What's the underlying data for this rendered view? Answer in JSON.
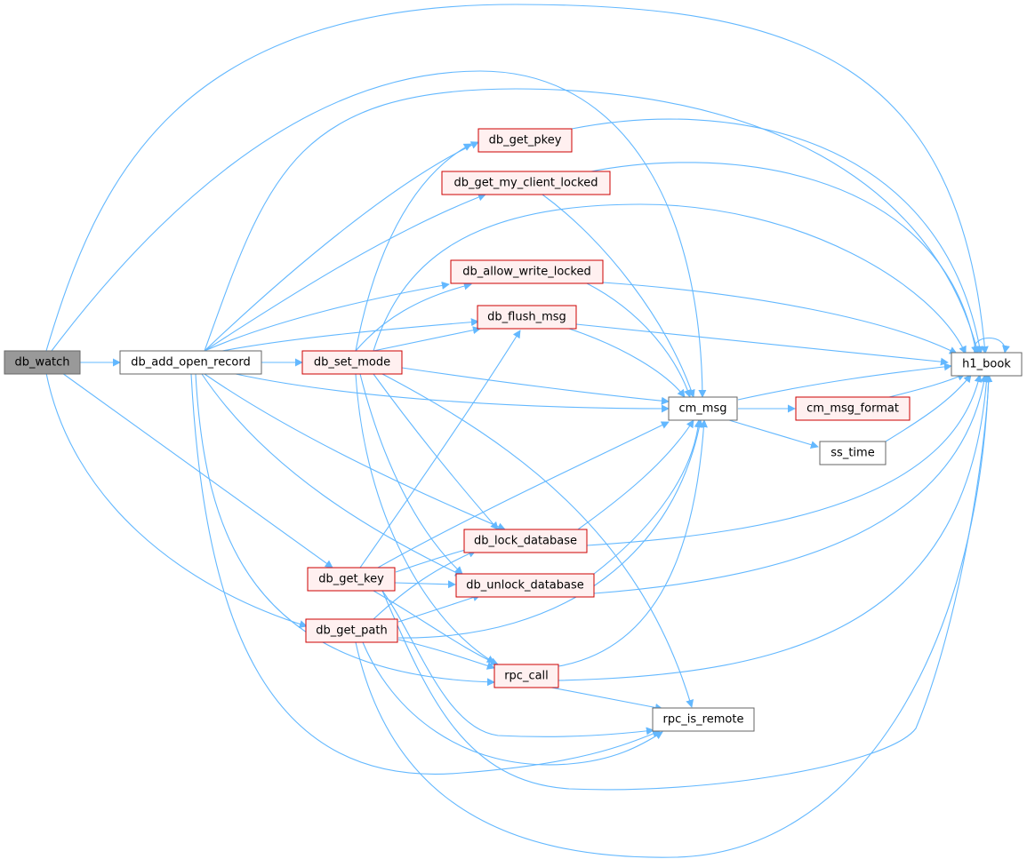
{
  "colors": {
    "edge": "#63b8ff",
    "current_fill": "#999999",
    "node_border": "#666666",
    "truncated_border": "#cc0000",
    "truncated_fill": "#fff0f0"
  },
  "nodes": {
    "db_watch": {
      "label": "db_watch"
    },
    "db_add_open_record": {
      "label": "db_add_open_record"
    },
    "db_set_mode": {
      "label": "db_set_mode"
    },
    "db_get_pkey": {
      "label": "db_get_pkey"
    },
    "db_get_my_client_locked": {
      "label": "db_get_my_client_locked"
    },
    "db_allow_write_locked": {
      "label": "db_allow_write_locked"
    },
    "db_flush_msg": {
      "label": "db_flush_msg"
    },
    "cm_msg": {
      "label": "cm_msg"
    },
    "cm_msg_format": {
      "label": "cm_msg_format"
    },
    "ss_time": {
      "label": "ss_time"
    },
    "h1_book": {
      "label": "h1_book"
    },
    "db_lock_database": {
      "label": "db_lock_database"
    },
    "db_unlock_database": {
      "label": "db_unlock_database"
    },
    "db_get_key": {
      "label": "db_get_key"
    },
    "db_get_path": {
      "label": "db_get_path"
    },
    "rpc_call": {
      "label": "rpc_call"
    },
    "rpc_is_remote": {
      "label": "rpc_is_remote"
    }
  }
}
